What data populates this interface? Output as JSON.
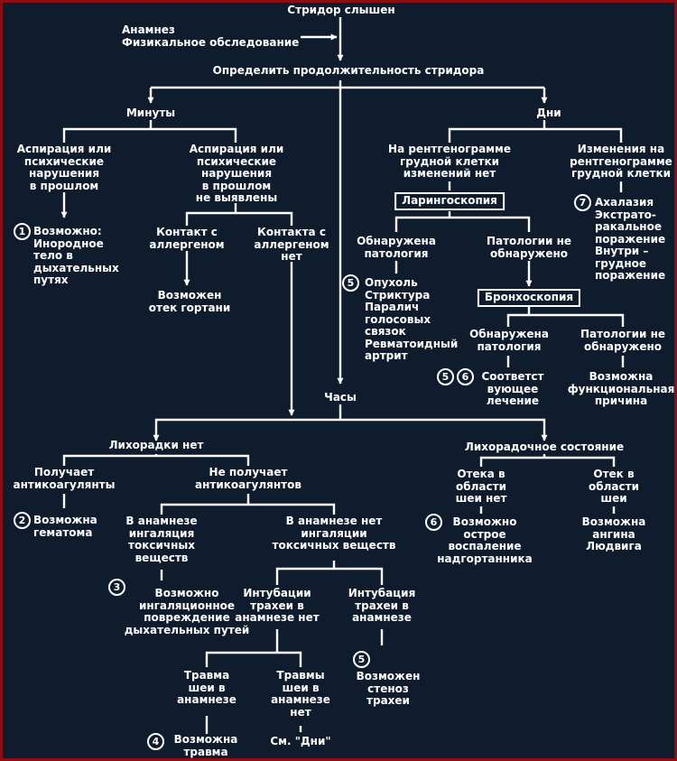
{
  "nodes": {
    "root": "Стридор слышен",
    "history": "Анамнез\nФизикальное обследование",
    "duration": "Определить продолжительность стридора",
    "minutes": "Минуты",
    "days": "Дни",
    "hours": "Часы",
    "aspiration_yes": "Аспирация или\nпсихические\nнарушения\nв прошлом",
    "aspiration_no": "Аспирация или\nпсихические\nнарушения\nв прошлом\nне выявлены",
    "foreign_body": "Возможно:\nИнородное\nтело в\nдыхательных\nпутях",
    "allergen_contact": "Контакт с\nаллергеном",
    "allergen_none": "Контакта с\nаллергеном\nнет",
    "laryngeal_edema": "Возможен\nотек гортани",
    "xray_normal": "На рентгенограмме\nгрудной клетки\nизменений нет",
    "xray_changes": "Изменения на\nрентгенограмме\nгрудной клетки",
    "laryngoscopy": "Ларингоскопия",
    "achalasia": "Ахалазия\nЭкстрато-\nракальное\nпоражение\nВнутри –\nгрудное\nпоражение",
    "lar_found": "Обнаружена\nпатология",
    "lar_not_found": "Патологии не\nобнаружено",
    "tumor_list": "Опухоль\nСтриктура\nПаралич\nголосовых\nсвязок\nРевматоидный\nартрит",
    "bronchoscopy": "Бронхоскопия",
    "bron_found": "Обнаружена\nпатология",
    "bron_not_found": "Патологии не\nобнаружено",
    "appropriate_treatment": "Соответст\nвующее\nлечение",
    "functional_cause": "Возможна\nфункциональная\nпричина",
    "no_fever": "Лихорадки нет",
    "fever": "Лихорадочное состояние",
    "anticoag_yes": "Получает\nантикоагулянты",
    "anticoag_no": "Не получает\nантикоагулянтов",
    "hematoma": "Возможна\nгематома",
    "inhal_yes": "В анамнезе\nингаляция\nтоксичных\nвеществ",
    "inhal_no": "В анамнезе нет\nингаляции\nтоксичных веществ",
    "inhal_injury": "Возможно\nингаляционное\nповреждение\nдыхательных путей",
    "intub_no": "Интубации\nтрахеи в\nанамнезе нет",
    "intub_yes": "Интубация\nтрахеи в\nанамнезе",
    "trauma_yes": "Травма\nшеи в\nанамнезе",
    "trauma_no": "Травмы\nшеи в\nанамнезе\nнет",
    "trauma_possible": "Возможна\nтравма",
    "see_days": "См. \"Дни\"",
    "tracheal_stenosis": "Возможен\nстеноз\nтрахеи",
    "neck_edema_no": "Отека в\nобласти\nшеи нет",
    "neck_edema_yes": "Отек в\nобласти\nшеи",
    "epiglottitis": "Возможно\nострое\nвоспаление\nнадгортанника",
    "ludwig": "Возможна\nангина\nЛюдвига"
  },
  "markers": {
    "m1": "1",
    "m2": "2",
    "m3": "3",
    "m4": "4",
    "m5a": "5",
    "m5b": "5",
    "m5c": "5",
    "m6a": "6",
    "m6b": "6",
    "m7": "7"
  }
}
